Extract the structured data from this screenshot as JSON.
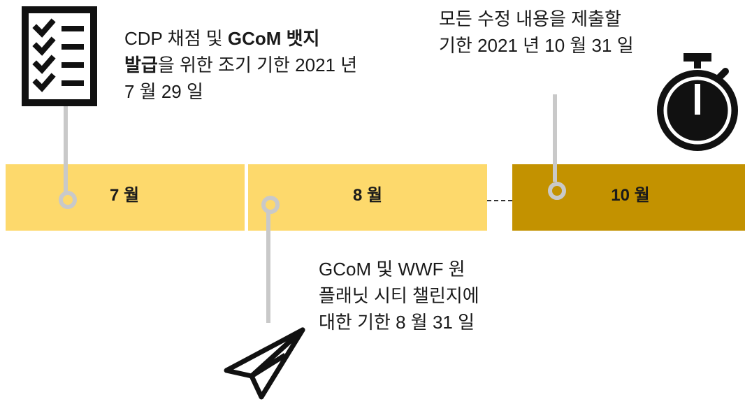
{
  "timeline": {
    "months": [
      {
        "id": "jul",
        "label": "7 월",
        "color": "#fdd96c"
      },
      {
        "id": "aug",
        "label": "8 월",
        "color": "#fdd96c"
      },
      {
        "id": "oct",
        "label": "10 월",
        "color": "#c39200"
      }
    ]
  },
  "notes": {
    "jul": {
      "line1_a": "CDP 채점 및 ",
      "line1_b": "GCoM 뱃지",
      "line2_a": "발급",
      "line2_b": "을 위한 조기 기한 2021 년",
      "line3": "7 월 29 일",
      "icon": "checklist-icon"
    },
    "aug": {
      "line1": "GCoM 및 WWF 원",
      "line2": "플래닛 시티 챌린지에",
      "line3": "대한 기한 8 월 31 일",
      "icon": "paper-plane-icon"
    },
    "oct": {
      "line1": "모든 수정 내용을 제출할",
      "line2": "기한 2021 년 10 월 31 일",
      "icon": "stopwatch-icon"
    }
  },
  "colors": {
    "connector": "#c9c9c9",
    "light_bar": "#fdd96c",
    "dark_bar": "#c39200"
  }
}
